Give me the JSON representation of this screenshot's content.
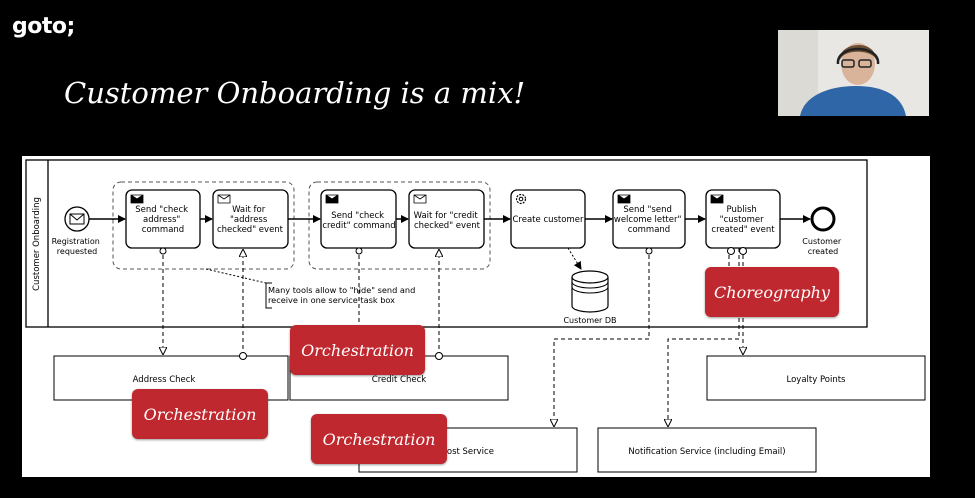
{
  "logo": "goto;",
  "slide_title": "Customer Onboarding is a mix!",
  "diagram": {
    "pool_label": "Customer Onboarding",
    "start_event_label": [
      "Registration",
      "requested"
    ],
    "end_event_label": [
      "Customer",
      "created"
    ],
    "tasks": [
      {
        "lines": [
          "Send \"check",
          "address\"",
          "command"
        ]
      },
      {
        "lines": [
          "Wait for",
          "\"address",
          "checked\" event"
        ]
      },
      {
        "lines": [
          "Send \"check",
          "credit\" command"
        ]
      },
      {
        "lines": [
          "Wait for \"credit",
          "checked\" event"
        ]
      },
      {
        "lines": [
          "Create customer"
        ]
      },
      {
        "lines": [
          "Send \"send",
          "welcome letter\"",
          "command"
        ]
      },
      {
        "lines": [
          "Publish",
          "\"customer",
          "created\" event"
        ]
      }
    ],
    "annotation": [
      "Many tools allow to \"hide\" send and",
      "receive in one service task box"
    ],
    "database_label": "Customer DB",
    "services": [
      "Address Check",
      "Credit Check",
      "Post Service",
      "Notification Service (including Email)",
      "Loyalty Points"
    ]
  },
  "overlay_labels": {
    "choreography": "Choreography",
    "orchestration_1": "Orchestration",
    "orchestration_2": "Orchestration",
    "orchestration_3": "Orchestration"
  },
  "colors": {
    "label_red": "#c0282f",
    "background": "#000000",
    "diagram_bg": "#ffffff"
  }
}
